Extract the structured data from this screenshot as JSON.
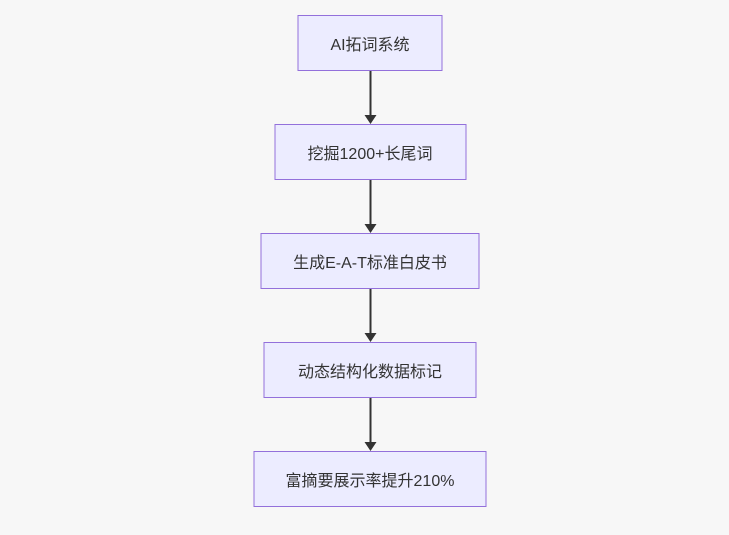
{
  "diagram": {
    "type": "flowchart",
    "direction": "top-down",
    "nodes": [
      {
        "label": "AI拓词系统"
      },
      {
        "label": "挖掘1200+长尾词"
      },
      {
        "label": "生成E-A-T标准白皮书"
      },
      {
        "label": "动态结构化数据标记"
      },
      {
        "label": "富摘要展示率提升210%"
      }
    ],
    "edges": [
      {
        "from": 0,
        "to": 1
      },
      {
        "from": 1,
        "to": 2
      },
      {
        "from": 2,
        "to": 3
      },
      {
        "from": 3,
        "to": 4
      }
    ]
  },
  "colors": {
    "background": "#f7f7f7",
    "node_fill": "#ececff",
    "node_border": "#9370db",
    "node_text": "#333333",
    "arrow": "#333333"
  }
}
